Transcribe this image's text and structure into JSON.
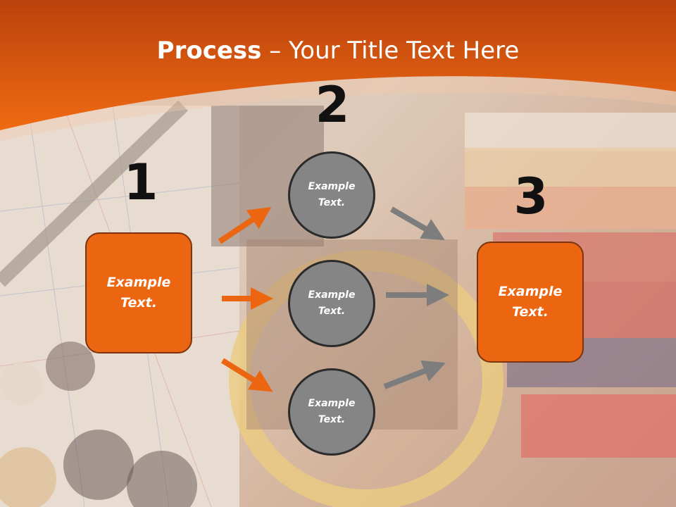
{
  "slide": {
    "title_bold": "Process",
    "title_sep": " – ",
    "title_rest": "Your Title Text Here",
    "step_numbers": [
      "1",
      "2",
      "3"
    ],
    "left_box": "Example\nText.",
    "circles": [
      "Example\nText.",
      "Example\nText.",
      "Example\nText."
    ],
    "right_box": "Example\nText."
  },
  "colors": {
    "accent_orange": "#ec6510",
    "circle_gray": "#858585",
    "arrow_gray": "#7d7d7d"
  }
}
